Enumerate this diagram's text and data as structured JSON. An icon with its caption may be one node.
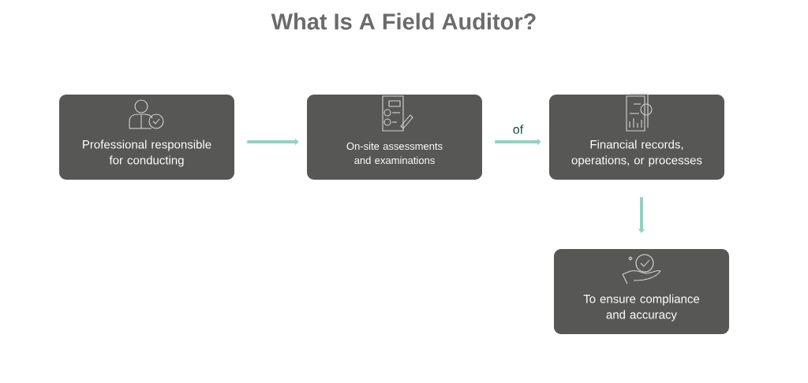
{
  "diagram": {
    "title": "What Is A Field Auditor?",
    "nodes": [
      {
        "text": [
          "Professional responsible for conducting"
        ]
      },
      {
        "text": [
          "On-site assessments and examinations"
        ]
      },
      {
        "text": [
          "Financial records, operations, or processes"
        ]
      },
      {
        "text": [
          "To ensure compliance and accuracy"
        ]
      }
    ],
    "edges": [
      {
        "from": 0,
        "to": 1,
        "arrow": "to"
      },
      {
        "from": 1,
        "to": 2,
        "arrow": "to",
        "label": "of"
      },
      {
        "from": 2,
        "to": 3,
        "arrow": "to"
      }
    ]
  }
}
